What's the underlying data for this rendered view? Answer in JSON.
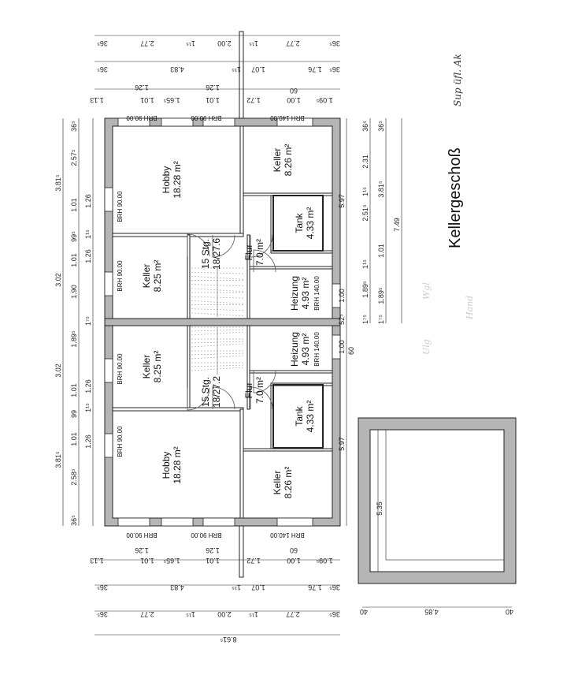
{
  "title": "Kellergeschoß",
  "handwritten_note": "Sup üfl. Ak",
  "faint_notes": [
    "Wgl",
    "Hand",
    "Ulg"
  ],
  "colors": {
    "wall": "#b5b5b5",
    "line": "#222222",
    "paper": "#ffffff"
  },
  "rooms": [
    {
      "name": "Hobby",
      "area": "18.28 m²"
    },
    {
      "name": "Keller",
      "area": "8.26 m²"
    },
    {
      "name": "Tank",
      "area": "4.33 m²"
    },
    {
      "name": "Keller",
      "area": "8.25 m²"
    },
    {
      "name": "Flur",
      "area": "7.0 m²"
    },
    {
      "name": "Heizung",
      "area": "4.93 m²"
    },
    {
      "name": "Keller",
      "area": "8.25 m²"
    },
    {
      "name": "Flur",
      "area": "7.0 m²"
    },
    {
      "name": "Heizung",
      "area": "4.93 m²"
    },
    {
      "name": "Tank",
      "area": "4.33 m²"
    },
    {
      "name": "Hobby",
      "area": "18.28 m²"
    },
    {
      "name": "Keller",
      "area": "8.26 m²"
    }
  ],
  "stairs": [
    {
      "steps": "15 Stg.",
      "ratio": "18/27.6"
    },
    {
      "steps": "15 Stg.",
      "ratio": "18/27.2"
    }
  ],
  "window_labels": [
    "BRH 90.00",
    "BRH 90.00",
    "BRH 140.00",
    "BRH 90.00",
    "BRH 90.00",
    "BRH 140.00",
    "BRH 90.00",
    "BRH 90.00",
    "BRH 140.00",
    "BRH 90.00",
    "BRH 90.00",
    "BRH 140.00"
  ],
  "dimensions": {
    "top_row1": [
      "36⁵",
      "2.77",
      "1¹⁵",
      "2.00",
      "1¹⁵",
      "2.77",
      "36⁵"
    ],
    "top_row2": [
      "36⁵",
      "4.83",
      "1¹⁵",
      "1.07",
      "1.76",
      "36⁵"
    ],
    "top_row3": [
      "1.13",
      "1.26",
      "1.01",
      "1.65⁵",
      "1.26",
      "1.01",
      "1.72",
      "60",
      "1.00",
      "1.09⁵"
    ],
    "bottom_row3": [
      "1.13",
      "1.26",
      "1.01",
      "1.65⁵",
      "1.26",
      "1.01",
      "1.72",
      "60",
      "1.00",
      "1.09⁵"
    ],
    "bottom_row2": [
      "36⁵",
      "4.83",
      "1¹⁵",
      "1.07",
      "1.76",
      "36⁵"
    ],
    "bottom_row1": [
      "36⁵",
      "2.77",
      "1¹⁵",
      "2.00",
      "1¹⁵",
      "2.77",
      "36⁵"
    ],
    "overall_width": "8.61⁵",
    "left_outer": [
      "3.81⁵",
      "3.02",
      "3.02",
      "3.81⁵"
    ],
    "left_mid": [
      "36⁵",
      "2.57⁵",
      "1.01",
      "99⁵",
      "1.01",
      "1.90",
      "1.89⁵",
      "1.01",
      "99",
      "1.01",
      "2.58⁵",
      "36⁵"
    ],
    "left_inner": [
      "1.26",
      "1¹⁵",
      "1.26",
      "1⁷⁵",
      "1.26",
      "1¹⁵",
      "1.26"
    ],
    "right_inner": [
      "5.97",
      "1.00",
      "52⁵",
      "1.00",
      "60",
      "5.97"
    ],
    "right_col1": [
      "36⁵",
      "2.31",
      "1¹⁵",
      "2.51⁵",
      "1¹⁵",
      "1.89⁵",
      "1⁷⁵"
    ],
    "right_col2": [
      "36⁵",
      "3.81⁵",
      "1.01",
      "1.89⁵",
      "1⁷⁵"
    ],
    "right_total": "7.49",
    "garage_depth": "5.35",
    "garage_width": [
      "40",
      "4.85",
      "40"
    ]
  }
}
